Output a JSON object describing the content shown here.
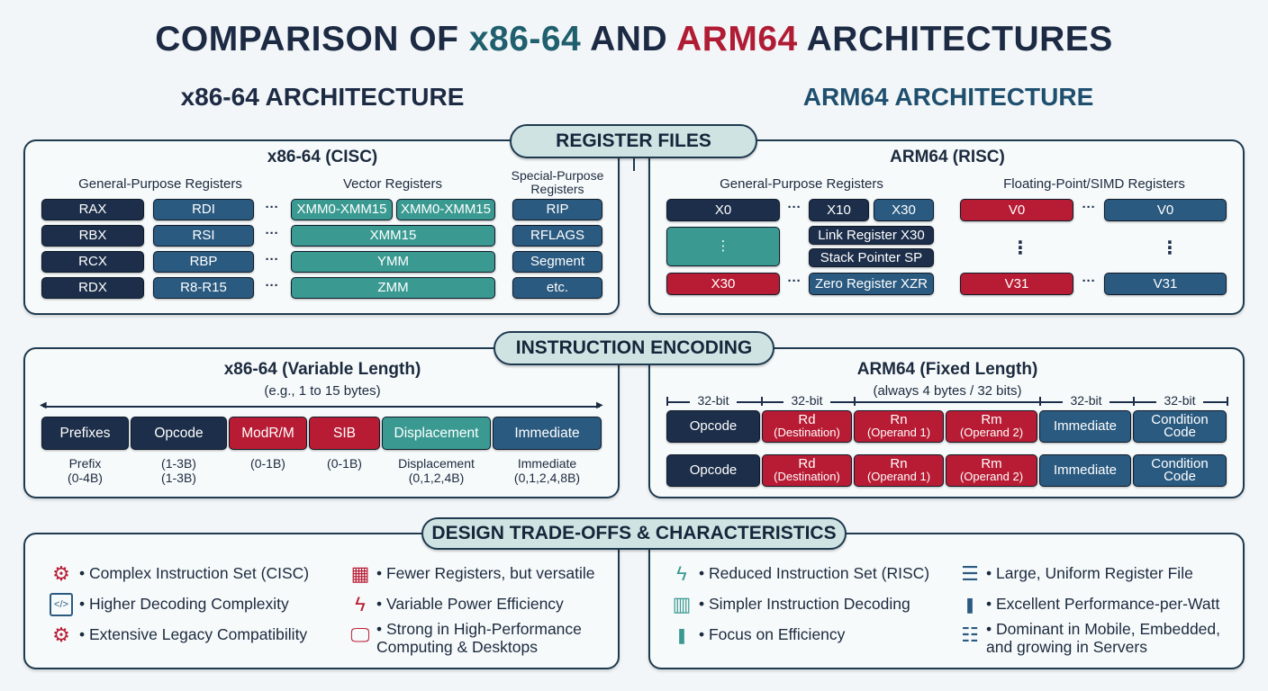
{
  "title": {
    "prefix": "COMPARISON OF ",
    "x86": "x86-64",
    "and": " AND ",
    "arm": "ARM64",
    "suffix": " ARCHITECTURES"
  },
  "headings": {
    "left": "x86-64 ARCHITECTURE",
    "right": "ARM64 ARCHITECTURE"
  },
  "colors": {
    "navy": "#1c2e4a",
    "steel": "#2a5a80",
    "teal": "#3a9a92",
    "red": "#b81c34",
    "x86_title": "#1f5f6e",
    "arm_title": "#b01c34"
  },
  "ellipsis": "···",
  "vertical_ellipsis": "⋮",
  "register_files": {
    "label": "REGISTER FILES",
    "x86": {
      "title": "x86-64 (CISC)",
      "gp_header": "General-Purpose Registers",
      "vector_header": "Vector Registers",
      "special_header": "Special-Purpose Registers",
      "gp_col1": [
        "RAX",
        "RBX",
        "RCX",
        "RDX"
      ],
      "gp_col2": [
        "RDI",
        "RSI",
        "RBP",
        "R8-R15"
      ],
      "vector": [
        "XMM0-XMM15",
        "XMM0-XMM15",
        "XMM15",
        "YMM",
        "ZMM"
      ],
      "special": [
        "RIP",
        "RFLAGS",
        "Segment",
        "etc."
      ]
    },
    "arm": {
      "title": "ARM64 (RISC)",
      "gp_header": "General-Purpose Registers",
      "fp_header": "Floating-Point/SIMD Registers",
      "gp": [
        "X0",
        "X10",
        "X30",
        "Link Register X30",
        "Stack Pointer SP",
        "X30",
        "Zero Register XZR"
      ],
      "fp": [
        "V0",
        "V0",
        "V31",
        "V31"
      ]
    }
  },
  "encoding": {
    "label": "INSTRUCTION ENCODING",
    "x86": {
      "title": "x86-64 (Variable Length)",
      "subtitle": "(e.g., 1 to 15 bytes)",
      "fields": [
        "Prefixes",
        "Opcode",
        "ModR/M",
        "SIB",
        "Displacement",
        "Immediate"
      ],
      "sizes": [
        [
          "Prefix",
          "(0-4B)"
        ],
        [
          "(1-3B)",
          "(1-3B)"
        ],
        [
          "(0-1B)",
          ""
        ],
        [
          "(0-1B)",
          ""
        ],
        [
          "Displacement",
          "(0,1,2,4B)"
        ],
        [
          "Immediate",
          "(0,1,2,4,8B)"
        ]
      ]
    },
    "arm": {
      "title": "ARM64 (Fixed Length)",
      "subtitle": "(always 4 bytes / 32 bits)",
      "bit_labels": [
        "32-bit",
        "32-bit",
        "32-bit",
        "32-bit"
      ],
      "fields": [
        [
          "Opcode",
          ""
        ],
        [
          "Rd",
          "(Destination)"
        ],
        [
          "Rn",
          "(Operand 1)"
        ],
        [
          "Rm",
          "(Operand 2)"
        ],
        [
          "Immediate",
          ""
        ],
        [
          "Condition",
          "Code"
        ]
      ]
    }
  },
  "tradeoffs": {
    "label": "DESIGN TRADE-OFFS & CHARACTERISTICS",
    "x86": [
      {
        "icon": "gear-icon",
        "text": "• Complex Instruction Set (CISC)"
      },
      {
        "icon": "code-window-icon",
        "text": "• Higher Decoding Complexity"
      },
      {
        "icon": "legacy-gear-window-icon",
        "text": "• Extensive Legacy Compatibility"
      },
      {
        "icon": "register-grid-icon",
        "text": "• Fewer Registers, but versatile"
      },
      {
        "icon": "power-lightning-icon",
        "text": "• Variable Power Efficiency"
      },
      {
        "icon": "desktop-monitor-icon",
        "text": "• Strong in High-Performance",
        "text2": "Computing & Desktops"
      }
    ],
    "arm": [
      {
        "icon": "lightning-icon",
        "text": "• Reduced Instruction Set (RISC)"
      },
      {
        "icon": "chip-icon",
        "text": "• Simpler Instruction Decoding"
      },
      {
        "icon": "battery-icon",
        "text": "• Focus on Efficiency"
      },
      {
        "icon": "register-stack-icon",
        "text": "• Large, Uniform Register File"
      },
      {
        "icon": "battery-bolt-icon",
        "text": "• Excellent Performance-per-Watt"
      },
      {
        "icon": "server-icon",
        "text": "• Dominant in Mobile, Embedded,",
        "text2": "and growing in Servers"
      }
    ]
  }
}
